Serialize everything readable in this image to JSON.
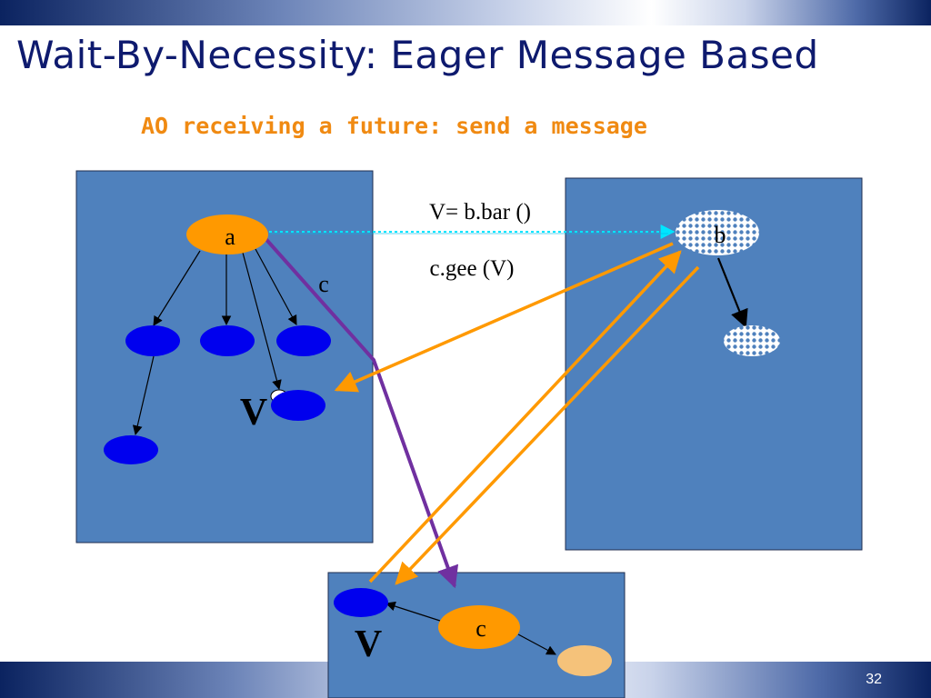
{
  "slide": {
    "title": "Wait-By-Necessity: Eager Message Based",
    "subtitle": "AO receiving a future: send a message",
    "number": "32"
  },
  "diagram": {
    "nodes": {
      "a": "a",
      "b": "b",
      "c_bottom": "c",
      "c_ref": "c",
      "v_left": "V",
      "v_bottom": "V"
    },
    "messages": {
      "call": "V= b.bar ()",
      "second_call": "c.gee (V)"
    }
  },
  "colors": {
    "title": "#0e1a6e",
    "subtitle": "#f08a12",
    "box_fill": "#4f81bd",
    "object_blue": "#0000ee",
    "object_orange": "#ff9900",
    "object_light_orange": "#f5c27a",
    "reference_purple": "#7030a0",
    "message_orange": "#ff9900",
    "request_cyan": "#00e5ff"
  }
}
